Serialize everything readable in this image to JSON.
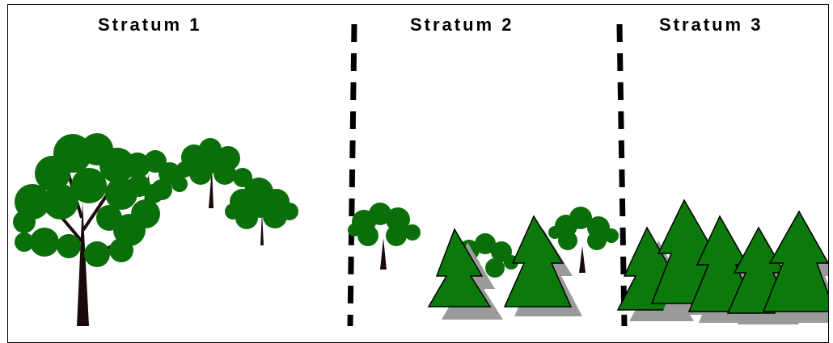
{
  "strata": [
    {
      "label": "Stratum 1"
    },
    {
      "label": "Stratum 2"
    },
    {
      "label": "Stratum 3"
    }
  ],
  "colors": {
    "foliage": "#0a6f0a",
    "foliage_dark": "#075a07",
    "trunk": "#1a0a0a",
    "conifer_fill": "#0b7a0b",
    "conifer_shadow": "#9a9a9a",
    "divider": "#000000"
  },
  "icons": [
    "deciduous-tree-icon",
    "conifer-tree-icon"
  ]
}
